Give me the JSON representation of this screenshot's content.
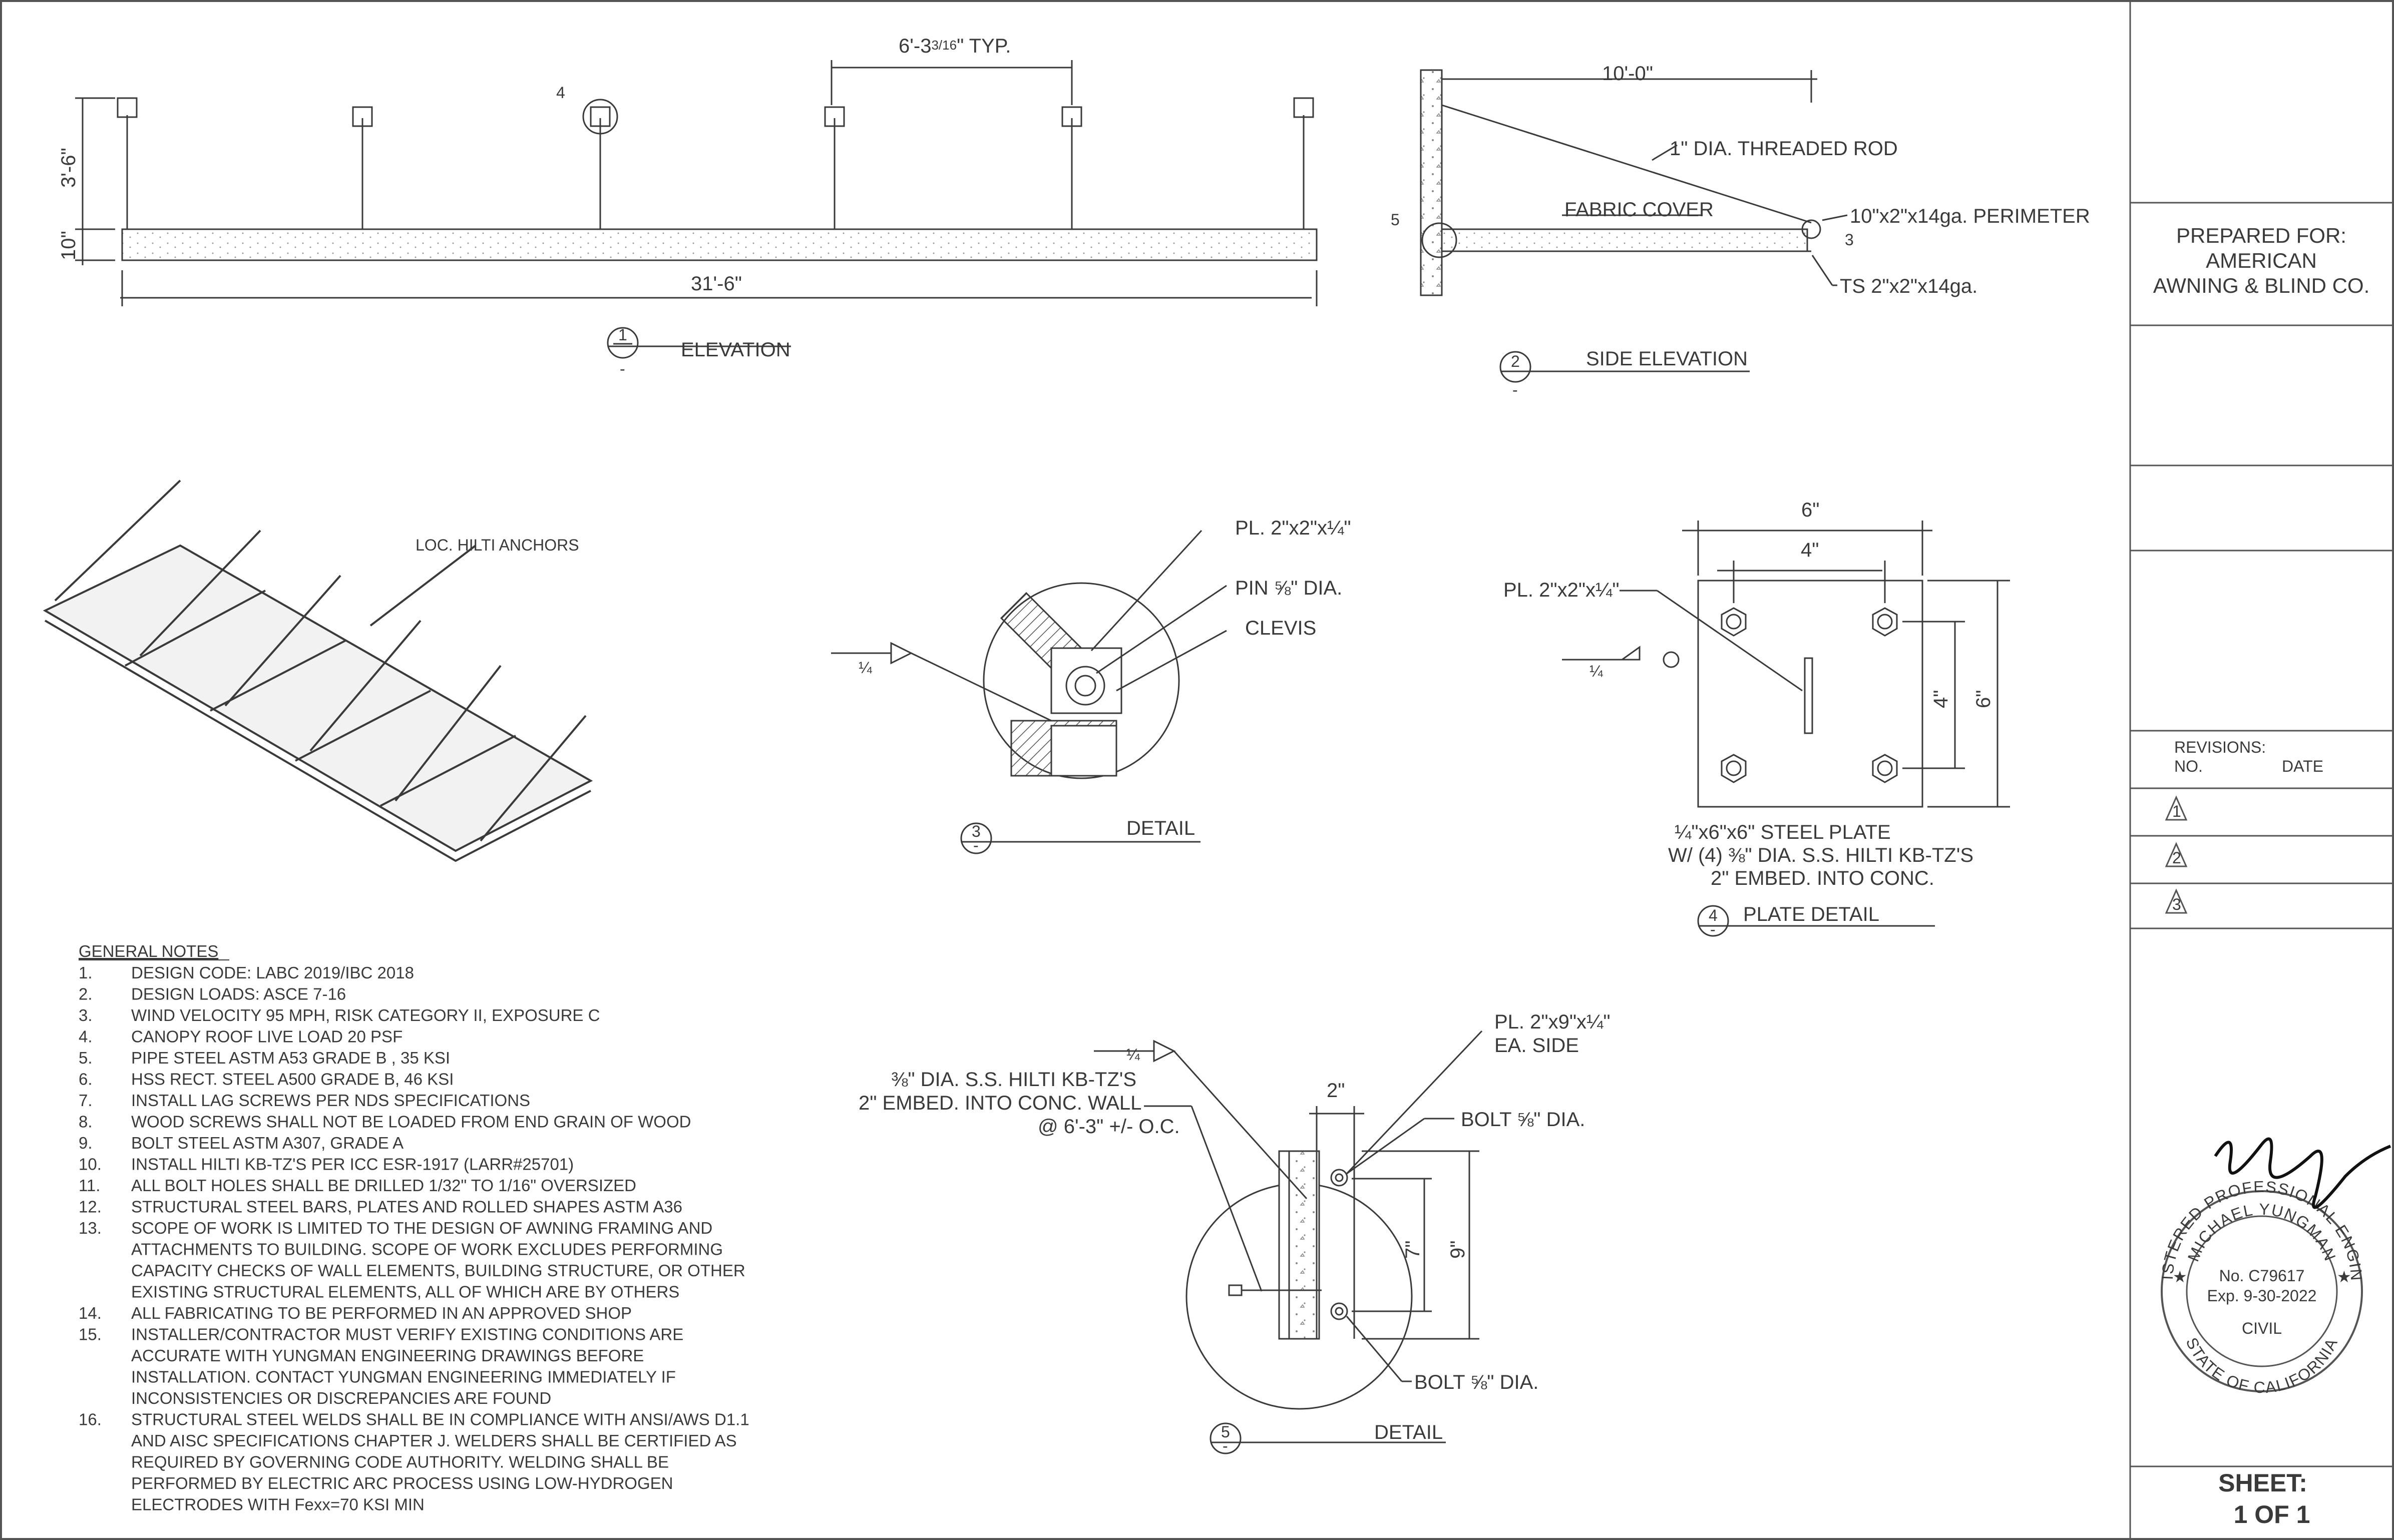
{
  "elevation": {
    "typ_dim": "6'-3",
    "typ_dim_frac": "3/16",
    "typ_dim_suffix": "\" TYP.",
    "height_dim": "3'-6\"",
    "depth_dim": "10\"",
    "length_dim": "31'-6\"",
    "detail_tag": "4",
    "callout_num": "1",
    "callout_sheet": "-",
    "title": "ELEVATION"
  },
  "side_elevation": {
    "width_dim": "10'-0\"",
    "threaded_rod": "1\" DIA. THREADED ROD",
    "fabric_cover": "FABRIC COVER",
    "perimeter": "10\"x2\"x14ga. PERIMETER",
    "ts": "TS 2\"x2\"x14ga.",
    "tag_5": "5",
    "tag_3": "3",
    "callout_num": "2",
    "callout_sheet": "-",
    "title": "SIDE ELEVATION"
  },
  "iso": {
    "anchors": "LOC. HILTI ANCHORS"
  },
  "detail3": {
    "plate": "PL. 2\"x2\"x¼\"",
    "pin": "PIN ⅝\" DIA.",
    "clevis": "CLEVIS",
    "weld": "¼",
    "callout_num": "3",
    "callout_sheet": "-",
    "title": "DETAIL"
  },
  "detail4": {
    "dim_6_top": "6\"",
    "dim_4_top": "4\"",
    "dim_4_side": "4\"",
    "dim_6_side": "6\"",
    "plate": "PL. 2\"x2\"x¼\"",
    "weld": "¼",
    "caption_1": "¼\"x6\"x6\" STEEL PLATE",
    "caption_2": "W/ (4) ⅜\" DIA. S.S. HILTI KB-TZ'S",
    "caption_3": "2\" EMBED. INTO CONC.",
    "callout_num": "4",
    "callout_sheet": "-",
    "title": "PLATE DETAIL"
  },
  "detail5": {
    "plate_1": "PL. 2\"x9\"x¼\"",
    "plate_2": "EA. SIDE",
    "weld": "¼",
    "anchor_1": "⅜\" DIA. S.S. HILTI KB-TZ'S",
    "anchor_2": "2\" EMBED. INTO CONC. WALL",
    "anchor_3": "@ 6'-3\" +/- O.C.",
    "dim_2": "2\"",
    "dim_7": "7\"",
    "dim_9": "9\"",
    "bolt_top": "BOLT ⅝\" DIA.",
    "bolt_bottom": "BOLT ⅝\" DIA.",
    "callout_num": "5",
    "callout_sheet": "-",
    "title": "DETAIL"
  },
  "notes": {
    "heading": "GENERAL NOTES",
    "items": [
      {
        "n": "1.",
        "lines": [
          "DESIGN CODE: LABC 2019/IBC 2018"
        ]
      },
      {
        "n": "2.",
        "lines": [
          "DESIGN LOADS: ASCE 7-16"
        ]
      },
      {
        "n": "3.",
        "lines": [
          "WIND VELOCITY 95 MPH, RISK CATEGORY II, EXPOSURE C"
        ]
      },
      {
        "n": "4.",
        "lines": [
          "CANOPY ROOF LIVE LOAD 20 PSF"
        ]
      },
      {
        "n": "5.",
        "lines": [
          "PIPE STEEL ASTM A53 GRADE B , 35  KSI"
        ]
      },
      {
        "n": "6.",
        "lines": [
          "HSS RECT. STEEL A500 GRADE B, 46 KSI"
        ]
      },
      {
        "n": "7.",
        "lines": [
          "INSTALL LAG SCREWS PER NDS SPECIFICATIONS"
        ]
      },
      {
        "n": "8.",
        "lines": [
          "WOOD SCREWS SHALL NOT BE LOADED FROM END GRAIN OF WOOD"
        ]
      },
      {
        "n": "9.",
        "lines": [
          "BOLT STEEL ASTM A307, GRADE A"
        ]
      },
      {
        "n": "10.",
        "lines": [
          "INSTALL HILTI KB-TZ'S PER ICC ESR-1917 (LARR#25701)"
        ]
      },
      {
        "n": "11.",
        "lines": [
          "ALL BOLT HOLES SHALL BE DRILLED 1/32\" TO 1/16\" OVERSIZED"
        ]
      },
      {
        "n": "12.",
        "lines": [
          "STRUCTURAL STEEL BARS, PLATES AND ROLLED SHAPES ASTM A36"
        ]
      },
      {
        "n": "13.",
        "lines": [
          "SCOPE OF WORK IS LIMITED TO THE DESIGN OF AWNING FRAMING AND",
          "ATTACHMENTS TO BUILDING. SCOPE OF WORK EXCLUDES PERFORMING",
          "CAPACITY CHECKS OF WALL ELEMENTS, BUILDING STRUCTURE,  OR OTHER",
          "EXISTING STRUCTURAL ELEMENTS, ALL OF WHICH ARE BY OTHERS"
        ]
      },
      {
        "n": "14.",
        "lines": [
          "ALL FABRICATING TO BE PERFORMED IN AN APPROVED SHOP"
        ]
      },
      {
        "n": "15.",
        "lines": [
          "INSTALLER/CONTRACTOR MUST VERIFY EXISTING CONDITIONS ARE",
          "ACCURATE WITH YUNGMAN ENGINEERING DRAWINGS BEFORE",
          "INSTALLATION. CONTACT YUNGMAN ENGINEERING IMMEDIATELY IF",
          "INCONSISTENCIES OR DISCREPANCIES ARE FOUND"
        ]
      },
      {
        "n": "16.",
        "lines": [
          "STRUCTURAL STEEL WELDS SHALL BE IN COMPLIANCE WITH ANSI/AWS D1.1",
          "AND AISC SPECIFICATIONS CHAPTER J. WELDERS SHALL BE CERTIFIED AS",
          "REQUIRED BY GOVERNING CODE AUTHORITY. WELDING SHALL BE",
          "PERFORMED BY ELECTRIC ARC PROCESS USING LOW-HYDROGEN",
          "ELECTRODES WITH Fexx=70 KSI MIN"
        ]
      }
    ]
  },
  "title_block": {
    "prepared_1": "PREPARED FOR:",
    "prepared_2": "AMERICAN",
    "prepared_3": "AWNING & BLIND CO.",
    "revisions": "REVISIONS:",
    "no": "NO.",
    "date": "DATE",
    "rev_1": "1",
    "rev_2": "2",
    "rev_3": "3",
    "sheet_label": "SHEET:",
    "sheet_value": "1 OF 1"
  },
  "stamp": {
    "top_arc": "REGISTERED PROFESSIONAL ENGINEER",
    "name_arc": "MICHAEL YUNGMAN",
    "license": "No. C79617",
    "expires": "Exp. 9-30-2022",
    "discipline": "CIVIL",
    "state_arc": "STATE OF CALIFORNIA"
  },
  "colors": {
    "line": "#3a3a3a",
    "paper": "#ffffff"
  }
}
